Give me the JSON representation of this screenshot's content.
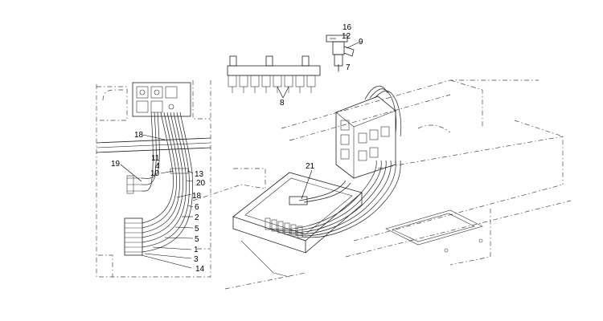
{
  "diagram": {
    "callouts": {
      "c16": "16",
      "c12": "12",
      "c9": "9",
      "c7": "7",
      "c8": "8",
      "c18a": "18",
      "c11": "11",
      "c4": "4",
      "c10": "10",
      "c19": "19",
      "c13": "13",
      "c20": "20",
      "c18b": "18",
      "c6": "6",
      "c2": "2",
      "c5a": "5",
      "c5b": "5",
      "c1": "1",
      "c3": "3",
      "c14": "14",
      "c21": "21"
    }
  }
}
